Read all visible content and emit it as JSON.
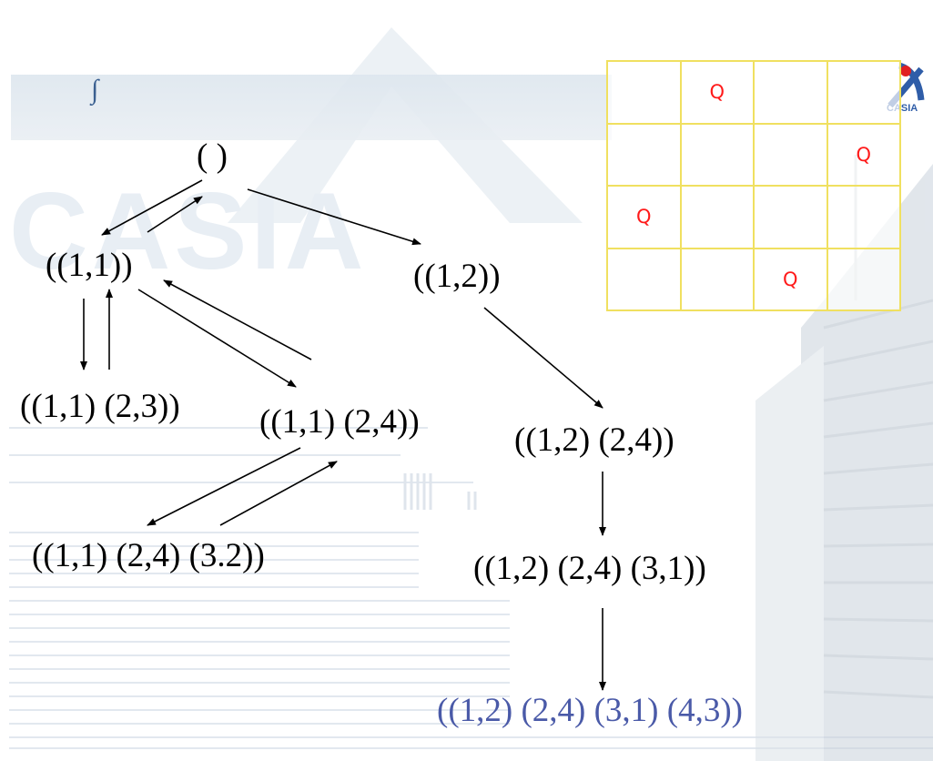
{
  "board": {
    "size": 4,
    "queen_symbol": "Q",
    "queens": [
      {
        "row": 1,
        "col": 2
      },
      {
        "row": 2,
        "col": 4
      },
      {
        "row": 3,
        "col": 1
      },
      {
        "row": 4,
        "col": 3
      }
    ],
    "queen_color": "#ff1a1a",
    "line_color": "#f0e060"
  },
  "logo": {
    "text": "CASIA"
  },
  "watermark": {
    "text": "CASIA"
  },
  "nodes": {
    "root": "( )",
    "n11": "((1,1))",
    "n12": "((1,2))",
    "n11_23": "((1,1) (2,3))",
    "n11_24": "((1,1) (2,4))",
    "n12_24": "((1,2) (2,4))",
    "n11_24_32": "((1,1) (2,4) (3.2))",
    "n12_24_31": "((1,2) (2,4) (3,1))",
    "n12_24_31_43": "((1,2) (2,4) (3,1) (4,3))"
  },
  "colors": {
    "final_node": "#4a5aa8",
    "text": "#000000"
  }
}
